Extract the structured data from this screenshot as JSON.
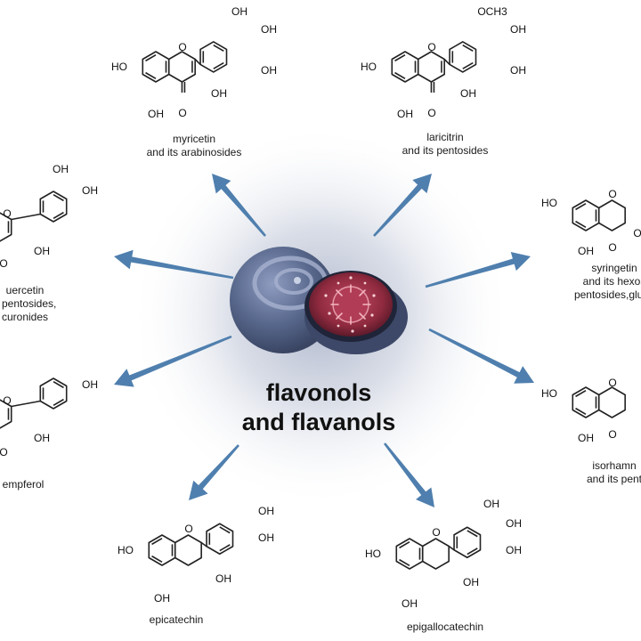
{
  "title": {
    "line1": "flavonols",
    "line2": "and flavanols"
  },
  "colors": {
    "arrow": "#4f7fae",
    "glow": "#b9c2d6",
    "berry": "#5a6b8c",
    "fig_flesh": "#8f2a3f"
  },
  "compounds": [
    {
      "id": "myricetin",
      "label_line1": "myricetin",
      "label_line2": "and its arabinosides",
      "label_line3": "",
      "atoms": [
        "HO",
        "OH",
        "OH",
        "OH",
        "OH",
        "O",
        "O"
      ]
    },
    {
      "id": "laricitrin",
      "label_line1": "laricitrin",
      "label_line2": "and its pentosides",
      "label_line3": "",
      "atoms": [
        "HO",
        "OCH3",
        "OH",
        "OH",
        "OH",
        "OH",
        "O",
        "O"
      ]
    },
    {
      "id": "quercetin",
      "label_line1": "uercetin",
      "label_line2": "s pentosides,",
      "label_line3": "curonides",
      "atoms": [
        "OH",
        "OH",
        "O",
        "OH",
        "O"
      ]
    },
    {
      "id": "syringetin",
      "label_line1": "syringetin",
      "label_line2": "and its hexos",
      "label_line3": "pentosides,glucu",
      "atoms": [
        "HO",
        "O",
        "OH",
        "O",
        "O"
      ]
    },
    {
      "id": "kaempferol",
      "label_line1": "empferol",
      "label_line2": "",
      "label_line3": "",
      "atoms": [
        "OH",
        "O",
        "OH",
        "O"
      ]
    },
    {
      "id": "isorhamnetin",
      "label_line1": "isorhamn",
      "label_line2": "and its pent",
      "label_line3": "",
      "atoms": [
        "HO",
        "O",
        "OH",
        "O"
      ]
    },
    {
      "id": "epicatechin",
      "label_line1": "epicatechin",
      "label_line2": "",
      "label_line3": "",
      "atoms": [
        "HO",
        "O",
        "OH",
        "OH",
        "OH",
        "OH"
      ]
    },
    {
      "id": "epigallocatechin",
      "label_line1": "epigallocatechin",
      "label_line2": "",
      "label_line3": "",
      "atoms": [
        "HO",
        "O",
        "OH",
        "OH",
        "OH",
        "OH",
        "OH"
      ]
    }
  ]
}
